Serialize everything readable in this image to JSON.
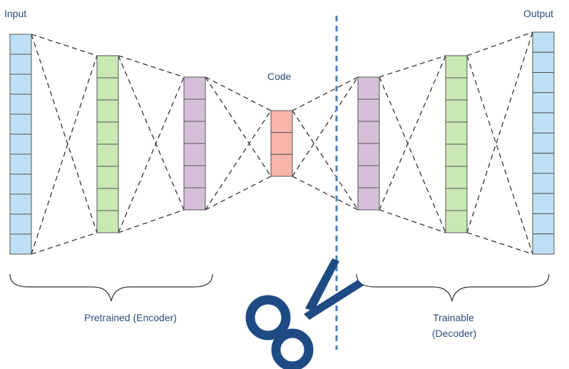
{
  "labels": {
    "input": "Input",
    "output": "Output",
    "code": "Code",
    "encoder": "Pretrained  (Encoder)",
    "decoder_line1": "Trainable",
    "decoder_line2": "(Decoder)"
  },
  "network": {
    "layers": [
      {
        "name": "input-layer",
        "role": "encoder",
        "units": 11,
        "fill": "#bfe0f4"
      },
      {
        "name": "encoder-hidden-1",
        "role": "encoder",
        "units": 8,
        "fill": "#c9e8b4"
      },
      {
        "name": "encoder-hidden-2",
        "role": "encoder",
        "units": 6,
        "fill": "#d5bfd8"
      },
      {
        "name": "code-layer",
        "role": "code",
        "units": 3,
        "fill": "#f8b4aa"
      },
      {
        "name": "decoder-hidden-1",
        "role": "decoder",
        "units": 6,
        "fill": "#d5bfd8"
      },
      {
        "name": "decoder-hidden-2",
        "role": "decoder",
        "units": 8,
        "fill": "#c9e8b4"
      },
      {
        "name": "output-layer",
        "role": "decoder",
        "units": 11,
        "fill": "#bfe0f4"
      }
    ],
    "connection_style": "dashed",
    "split_line": "dashed",
    "split_icon": "scissors-icon",
    "colors": {
      "text": "#2a4f7a",
      "split_line": "#4a7fb6",
      "scissors": "#1f4b85",
      "edges": "#333333",
      "cell_border": "#555555"
    }
  }
}
